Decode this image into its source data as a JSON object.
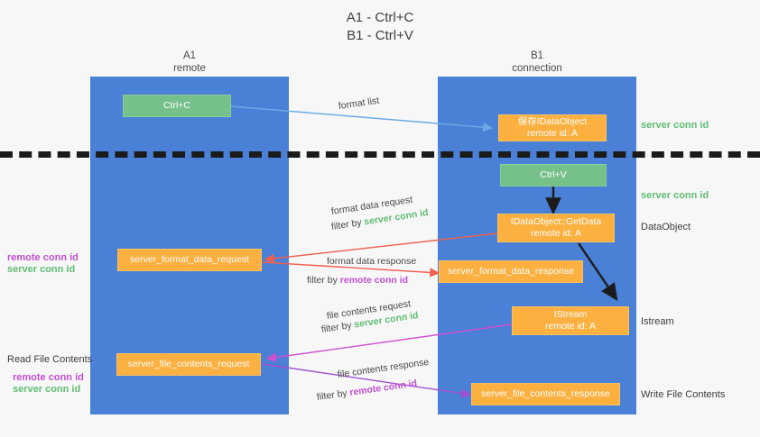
{
  "title": {
    "line1": "A1 - Ctrl+C",
    "line2": "B1 - Ctrl+V"
  },
  "columns": {
    "a": {
      "name": "A1",
      "role": "remote"
    },
    "b": {
      "name": "B1",
      "role": "connection"
    }
  },
  "colors": {
    "lane": "#4a80d6",
    "green_box": "#76c08a",
    "orange_box": "#fbb040",
    "server_conn": "#60bd75",
    "remote_conn": "#c04fd0",
    "arrow_blue": "#6aaae4",
    "arrow_red": "#f06050",
    "arrow_magenta": "#d14fd1",
    "arrow_purple": "#a24fd0",
    "arrow_black": "#1b1b1b",
    "background": "#f7f7f7"
  },
  "boxes": {
    "ctrl_c": {
      "label": "Ctrl+C"
    },
    "ctrl_v": {
      "label": "Ctrl+V"
    },
    "idataobject_top": {
      "line1": "保存IDataObject",
      "line2": "remote id: A"
    },
    "idataobject_getdata": {
      "line1": "IDataObject::GetData",
      "line2": "remote id: A"
    },
    "istream": {
      "line1": "IStream",
      "line2": "remote id: A"
    },
    "server_format_data_request": {
      "label": "server_format_data_request"
    },
    "server_format_data_response": {
      "label": "server_format_data_response"
    },
    "server_file_contents_request": {
      "label": "server_file_contents_request"
    },
    "server_file_contents_response": {
      "label": "server_file_contents_response"
    }
  },
  "right_labels": {
    "server_conn_id_1": "server conn id",
    "server_conn_id_2": "server conn id",
    "dataobject": "DataObject",
    "istream": "Istream",
    "write_file_contents": "Write File Contents"
  },
  "left_labels": {
    "remote_conn_id_1": "remote conn id",
    "server_conn_id_1": "server conn id",
    "read_file_contents": "Read File Contents",
    "remote_conn_id_2": "remote conn id",
    "server_conn_id_2": "server conn id"
  },
  "edge_labels": {
    "format_list": "format list",
    "format_data_request": "format data request",
    "format_data_request_filter_prefix": "filter by ",
    "format_data_request_filter_key": "server conn id",
    "format_data_response": "format data response",
    "format_data_response_filter_prefix": "filter by ",
    "format_data_response_filter_key": "remote conn id",
    "file_contents_request": "file contents request",
    "file_contents_request_filter_prefix": "filter by ",
    "file_contents_request_filter_key": "server conn id",
    "file_contents_response": "file contents response",
    "file_contents_response_filter_prefix": "filter by ",
    "file_contents_response_filter_key": "remote conn id"
  }
}
